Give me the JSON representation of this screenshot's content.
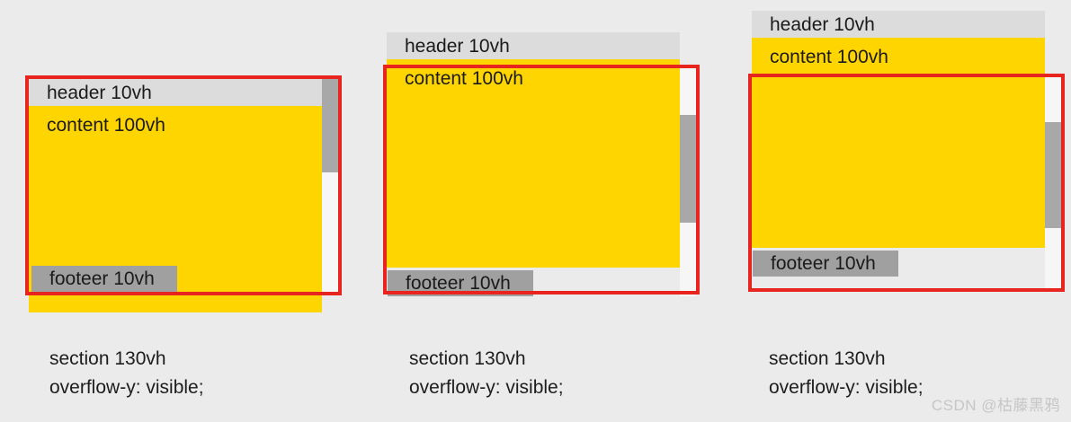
{
  "page": {
    "background_color": "#ebebeb",
    "watermark": "CSDN @枯藤黑鸦"
  },
  "colors": {
    "content_yellow": "#ffd500",
    "header_gray": "#dcdcdc",
    "footer_gray": "#a0a0a0",
    "viewport_red": "#e8241f",
    "scrollbar_thumb": "#a8a8a8",
    "scrollbar_track": "#f6f6f6",
    "page_background": "#ebebeb"
  },
  "labels": {
    "header": "header  10vh",
    "content": "content 100vh",
    "footer": "footeer  10vh"
  },
  "panels": [
    {
      "id": "panel-scroll-top",
      "caption_line1": "section 130vh",
      "caption_line2": "overflow-y: visible;",
      "header_label": "header  10vh",
      "content_label": "content 100vh",
      "footer_label": "footeer  10vh",
      "scroll_position": "top"
    },
    {
      "id": "panel-scroll-middle",
      "caption_line1": "section 130vh",
      "caption_line2": "overflow-y: visible;",
      "header_label": "header  10vh",
      "content_label": "content 100vh",
      "footer_label": "footeer  10vh",
      "scroll_position": "middle"
    },
    {
      "id": "panel-scroll-bottom",
      "caption_line1": "section 130vh",
      "caption_line2": "overflow-y: visible;",
      "header_label": "header  10vh",
      "content_label": "content 100vh",
      "footer_label": "footeer  10vh",
      "scroll_position": "bottom"
    }
  ]
}
